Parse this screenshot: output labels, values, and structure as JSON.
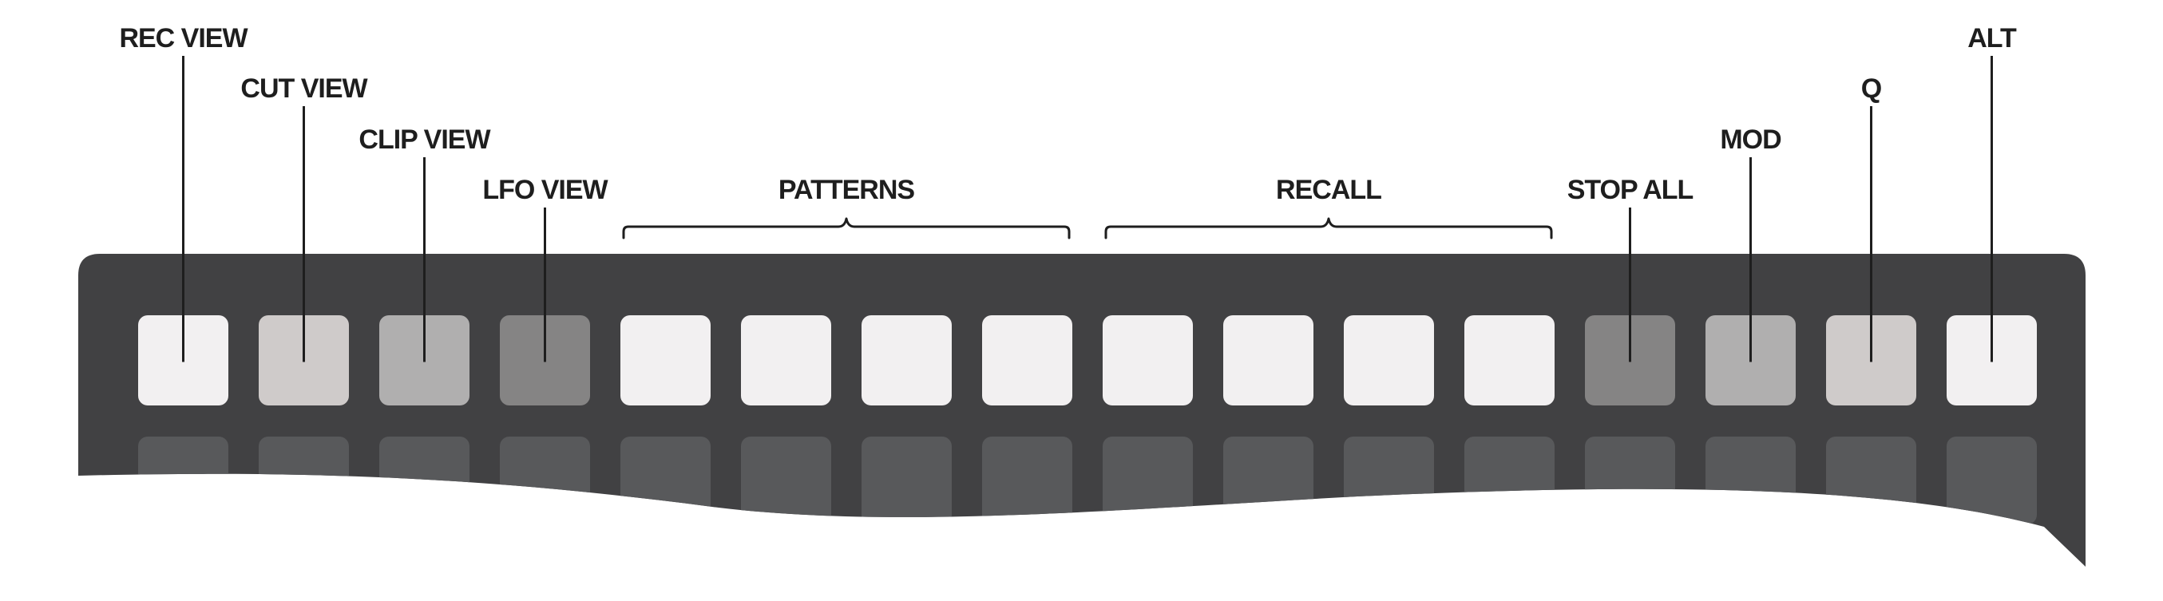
{
  "colors": {
    "device_body": "#414143",
    "top_key_white": "#f2f0f1",
    "top_key_light": "#cfcbca",
    "top_key_mid": "#b0afaf",
    "top_key_dark": "#858484",
    "lower_key": "#58595b",
    "ink": "#1e1e1e"
  },
  "top_row_keys": [
    {
      "fill": "#f2f0f1"
    },
    {
      "fill": "#cfcbca"
    },
    {
      "fill": "#b0afaf"
    },
    {
      "fill": "#858484"
    },
    {
      "fill": "#f2f0f1"
    },
    {
      "fill": "#f2f0f1"
    },
    {
      "fill": "#f2f0f1"
    },
    {
      "fill": "#f2f0f1"
    },
    {
      "fill": "#f2f0f1"
    },
    {
      "fill": "#f2f0f1"
    },
    {
      "fill": "#f2f0f1"
    },
    {
      "fill": "#f2f0f1"
    },
    {
      "fill": "#858484"
    },
    {
      "fill": "#b0afaf"
    },
    {
      "fill": "#cfcbca"
    },
    {
      "fill": "#f2f0f1"
    }
  ],
  "labels": [
    {
      "text": "REC VIEW",
      "key": 0
    },
    {
      "text": "CUT VIEW",
      "key": 1
    },
    {
      "text": "CLIP VIEW",
      "key": 2
    },
    {
      "text": "LFO VIEW",
      "key": 3
    },
    {
      "text": "STOP ALL",
      "key": 12
    },
    {
      "text": "MOD",
      "key": 13
    },
    {
      "text": "Q",
      "key": 14
    },
    {
      "text": "ALT",
      "key": 15
    }
  ],
  "groups": [
    {
      "text": "PATTERNS",
      "from": 4,
      "to": 7
    },
    {
      "text": "RECALL",
      "from": 8,
      "to": 11
    }
  ]
}
